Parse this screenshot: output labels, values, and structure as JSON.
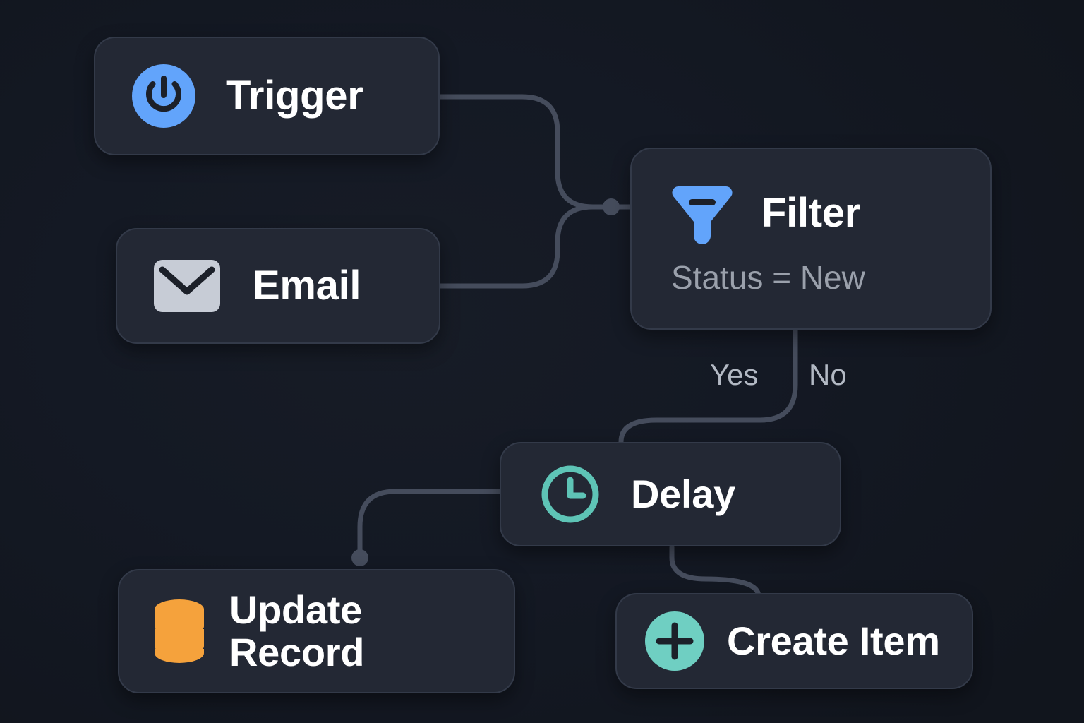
{
  "canvas": {
    "background_color": "#141924",
    "edge_color": "#454c5c",
    "node_fill": "#232834",
    "node_border": "#333a49"
  },
  "nodes": [
    {
      "id": "trigger",
      "label": "Trigger",
      "icon": "power-icon",
      "icon_color": "#62a4fb",
      "subtitle": null
    },
    {
      "id": "email",
      "label": "Email",
      "icon": "envelope-icon",
      "icon_color": "#c7ccd6",
      "subtitle": null
    },
    {
      "id": "filter",
      "label": "Filter",
      "icon": "funnel-icon",
      "icon_color": "#62a4fb",
      "subtitle": "Status = New"
    },
    {
      "id": "delay",
      "label": "Delay",
      "icon": "clock-icon",
      "icon_color": "#5ec4b6",
      "subtitle": null
    },
    {
      "id": "update",
      "label": "Update\nRecord",
      "icon": "database-icon",
      "icon_color": "#f5a council",
      "subtitle": null
    },
    {
      "id": "create",
      "label": "Create Item",
      "icon": "plus-circle-icon",
      "icon_color": "#6fcfc2",
      "subtitle": null
    }
  ],
  "branches": {
    "yes_label": "Yes",
    "no_label": "No"
  },
  "connections": [
    {
      "from": "trigger",
      "to": "filter",
      "via_junction": true
    },
    {
      "from": "email",
      "to": "filter",
      "via_junction": true
    },
    {
      "from": "filter",
      "to": "delay",
      "branch": "Yes"
    },
    {
      "from": "delay",
      "to": "update"
    },
    {
      "from": "delay",
      "to": "create"
    }
  ]
}
